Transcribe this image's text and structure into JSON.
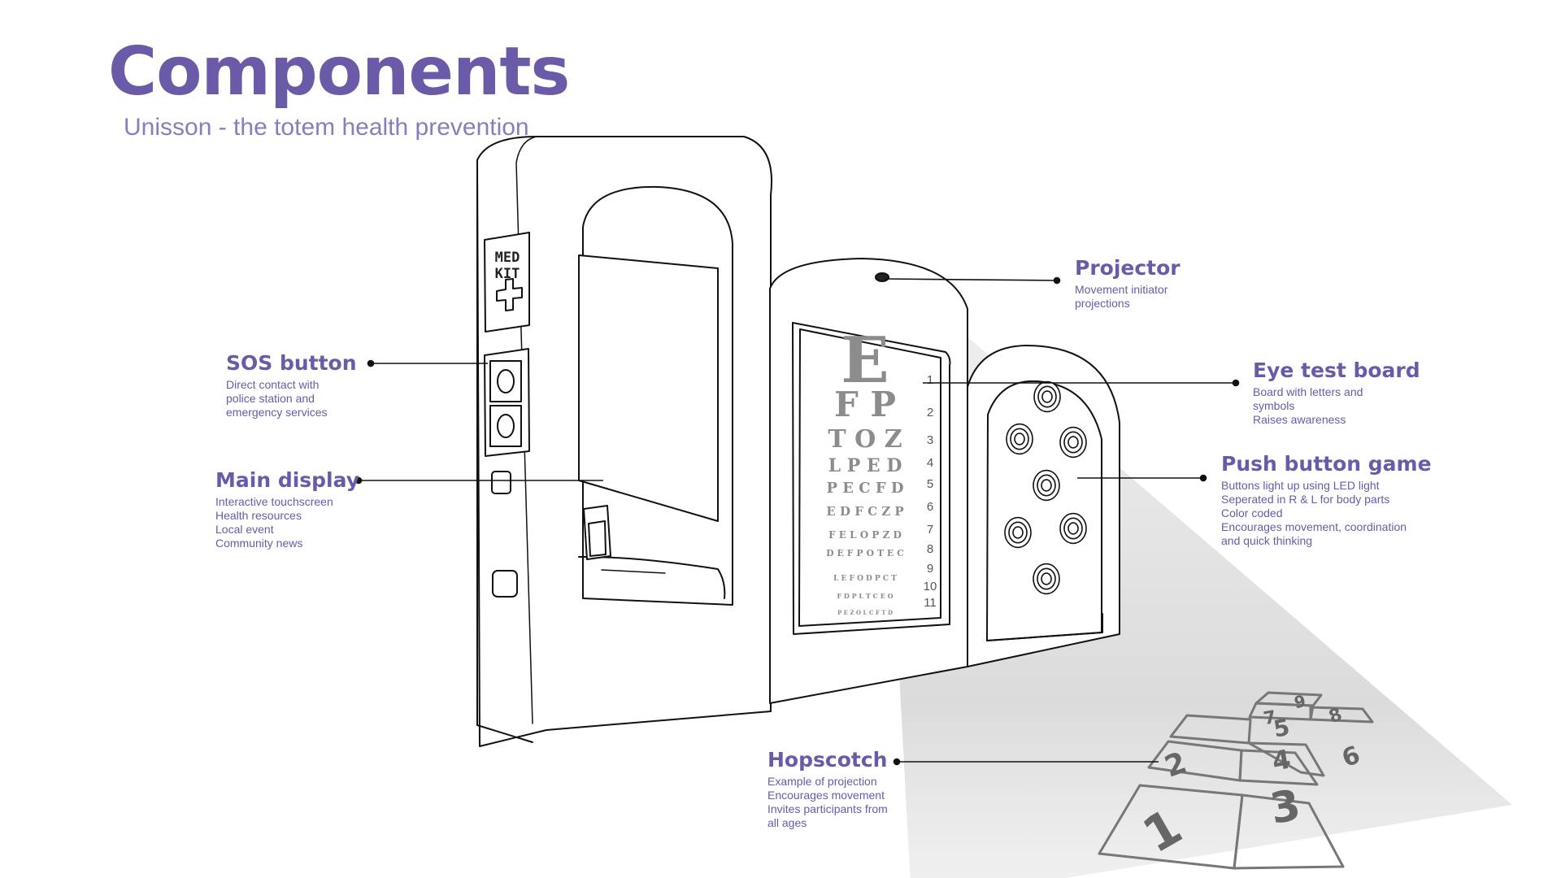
{
  "header": {
    "title": "Components",
    "subtitle": "Unisson - the totem health prevention"
  },
  "colors": {
    "accent": "#6a5aa8",
    "subtitle": "#8a7dbd",
    "line": "#111111"
  },
  "medkit": {
    "line1": "MED",
    "line2": "KIT"
  },
  "eye_chart": {
    "rows": [
      "E",
      "F P",
      "T O Z",
      "L P E D",
      "P E C F D",
      "E D F C Z P",
      "F E L O P Z D",
      "D E F P O T E C",
      "L E F O D P C T",
      "F D P L T C E O",
      "P E Z O L C F T D"
    ],
    "line_numbers": [
      "1",
      "2",
      "3",
      "4",
      "5",
      "6",
      "7",
      "8",
      "9",
      "10",
      "11"
    ]
  },
  "hopscotch": {
    "numbers": [
      "1",
      "2",
      "3",
      "4",
      "5",
      "6",
      "7",
      "8",
      "9"
    ]
  },
  "labels": [
    {
      "id": "sos",
      "title": "SOS button",
      "lines": [
        "Direct contact with",
        "police station and",
        "emergency services"
      ]
    },
    {
      "id": "display",
      "title": "Main display",
      "lines": [
        "Interactive touchscreen",
        "Health resources",
        "Local event",
        "Community news"
      ]
    },
    {
      "id": "projector",
      "title": "Projector",
      "lines": [
        "Movement initiator",
        "projections"
      ]
    },
    {
      "id": "eyetest",
      "title": "Eye test board",
      "lines": [
        "Board with letters and",
        "symbols",
        "Raises awareness"
      ]
    },
    {
      "id": "pushbutton",
      "title": "Push button game",
      "lines": [
        "Buttons light up using LED light",
        "Seperated in R & L for body parts",
        "Color coded",
        "Encourages movement, coordination",
        "and quick thinking"
      ]
    },
    {
      "id": "hopscotch",
      "title": "Hopscotch",
      "lines": [
        "Example of projection",
        "Encourages movement",
        "Invites participants from",
        "all ages"
      ]
    }
  ]
}
